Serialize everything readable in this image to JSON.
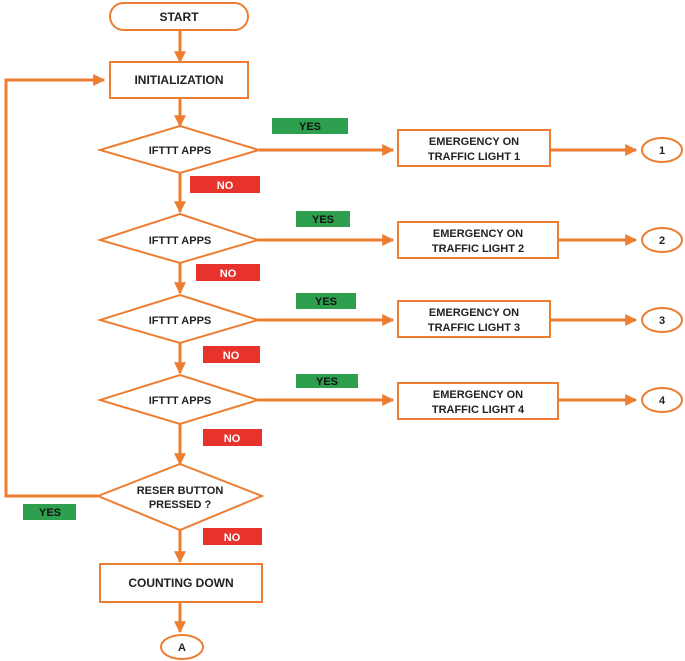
{
  "nodes": {
    "start": "START",
    "init": "INITIALIZATION",
    "decision_1": "IFTTT APPS",
    "decision_2": "IFTTT APPS",
    "decision_3": "IFTTT APPS",
    "decision_4": "IFTTT APPS",
    "reset_line1": "RESER BUTTON",
    "reset_line2": "PRESSED ?",
    "counting": "COUNTING DOWN",
    "end_connector": "A"
  },
  "emergency": [
    {
      "line1": "EMERGENCY ON",
      "line2": "TRAFFIC LIGHT 1",
      "connector": "1"
    },
    {
      "line1": "EMERGENCY ON",
      "line2": "TRAFFIC LIGHT 2",
      "connector": "2"
    },
    {
      "line1": "EMERGENCY ON",
      "line2": "TRAFFIC LIGHT 3",
      "connector": "3"
    },
    {
      "line1": "EMERGENCY ON",
      "line2": "TRAFFIC LIGHT 4",
      "connector": "4"
    }
  ],
  "labels": {
    "yes": "YES",
    "no": "NO"
  },
  "colors": {
    "stroke": "#ed7d31",
    "yes_fill": "#2e9e4f",
    "no_fill": "#e8322c"
  }
}
